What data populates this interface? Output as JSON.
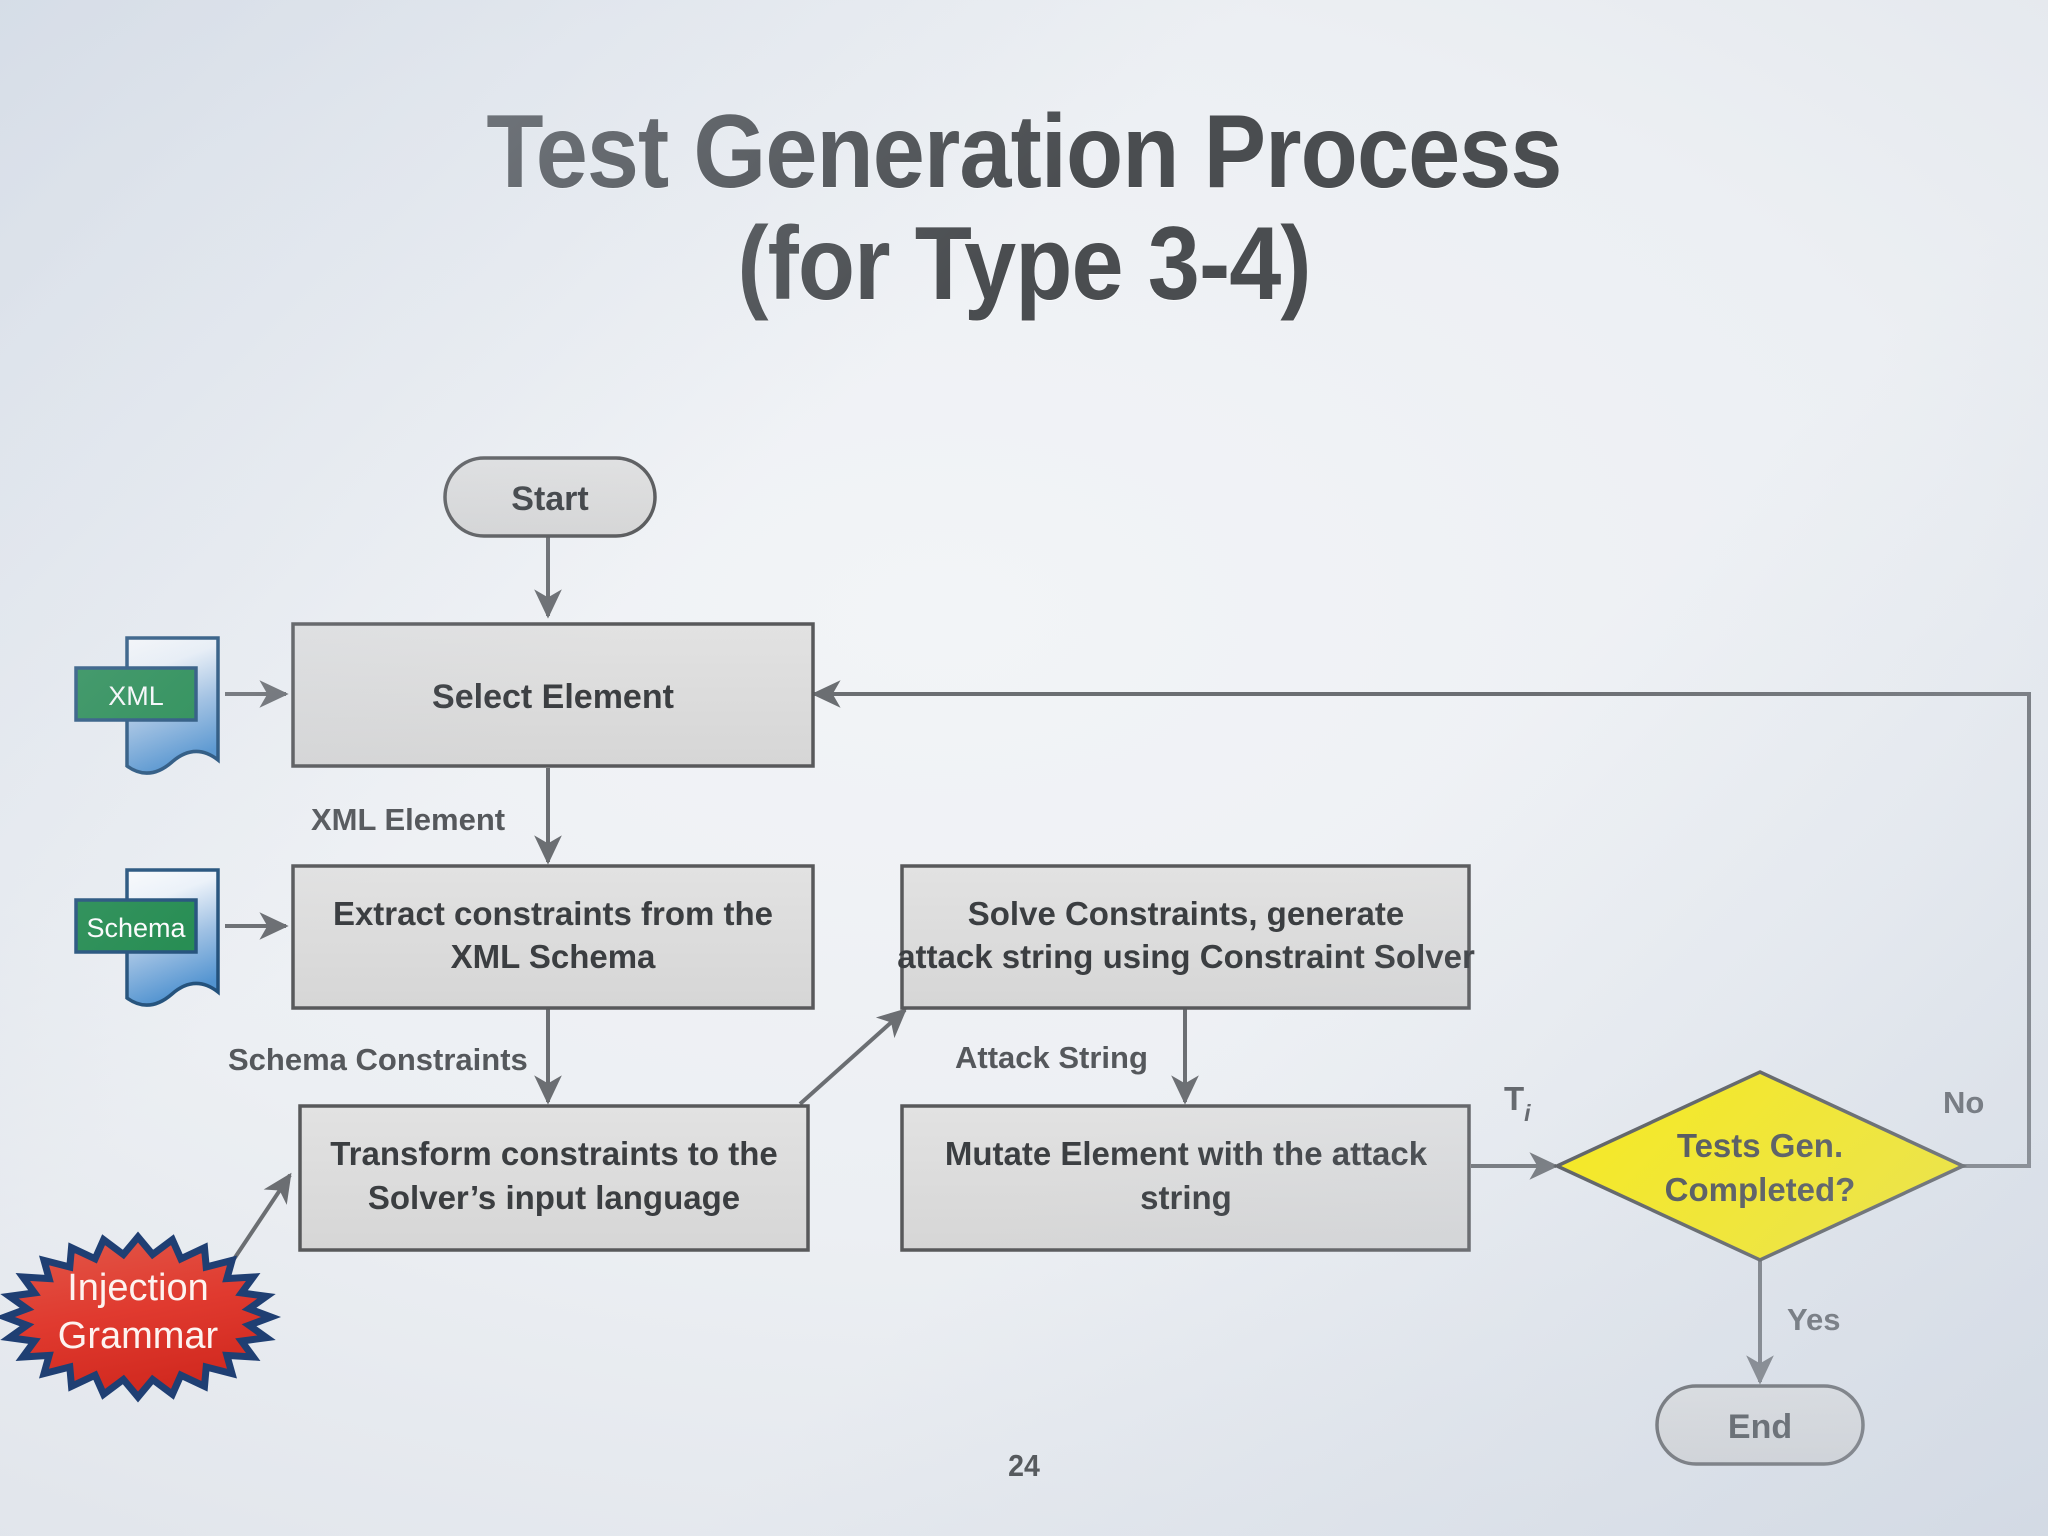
{
  "slide": {
    "title_line1": "Test Generation Process",
    "title_line2": "(for Type 3-4)",
    "page_number": "24",
    "colors": {
      "title_text": "#4a4d50",
      "process_fill": "#dcdcdc",
      "process_stroke": "#58595b",
      "decision_fill": "#ffee00",
      "decision_stroke": "#4b4d4f",
      "doc_accent": "#1f8a4c",
      "doc_border": "#1f4e79",
      "burst_fill": "#e03a2f",
      "burst_stroke": "#1f3f73",
      "edge_stroke": "#6b6e72"
    }
  },
  "flowchart": {
    "type": "flowchart",
    "nodes": [
      {
        "id": "start",
        "shape": "terminator",
        "label": "Start"
      },
      {
        "id": "select",
        "shape": "process",
        "label": "Select Element"
      },
      {
        "id": "extract",
        "shape": "process",
        "label_line1": "Extract constraints from the",
        "label_line2": "XML Schema"
      },
      {
        "id": "transform",
        "shape": "process",
        "label_line1": "Transform constraints to the",
        "label_line2": "Solver’s input language"
      },
      {
        "id": "solve",
        "shape": "process",
        "label_line1": "Solve Constraints, generate",
        "label_line2": "attack string using Constraint Solver"
      },
      {
        "id": "mutate",
        "shape": "process",
        "label_line1": "Mutate Element with the attack",
        "label_line2": "string"
      },
      {
        "id": "decision",
        "shape": "decision",
        "label_line1": "Tests Gen.",
        "label_line2": "Completed?"
      },
      {
        "id": "end",
        "shape": "terminator",
        "label": "End"
      }
    ],
    "data_sources": [
      {
        "id": "xml",
        "shape": "document",
        "label": "XML"
      },
      {
        "id": "schema",
        "shape": "document",
        "label": "Schema"
      },
      {
        "id": "injection",
        "shape": "starburst",
        "label_line1": "Injection",
        "label_line2": "Grammar"
      }
    ],
    "edges": [
      {
        "from": "start",
        "to": "select",
        "label": ""
      },
      {
        "from": "xml",
        "to": "select",
        "label": ""
      },
      {
        "from": "select",
        "to": "extract",
        "label": "XML Element"
      },
      {
        "from": "schema",
        "to": "extract",
        "label": ""
      },
      {
        "from": "extract",
        "to": "transform",
        "label": "Schema Constraints"
      },
      {
        "from": "injection",
        "to": "transform",
        "label": ""
      },
      {
        "from": "transform",
        "to": "solve",
        "label": ""
      },
      {
        "from": "solve",
        "to": "mutate",
        "label": "Attack String"
      },
      {
        "from": "mutate",
        "to": "decision",
        "label": "Ti"
      },
      {
        "from": "decision",
        "to": "select",
        "label": "No"
      },
      {
        "from": "decision",
        "to": "end",
        "label": "Yes"
      }
    ],
    "edge_labels": {
      "xml_element": "XML Element",
      "schema_constraints": "Schema Constraints",
      "attack_string": "Attack String",
      "ti_base": "T",
      "ti_sub": "i",
      "no": "No",
      "yes": "Yes"
    }
  }
}
